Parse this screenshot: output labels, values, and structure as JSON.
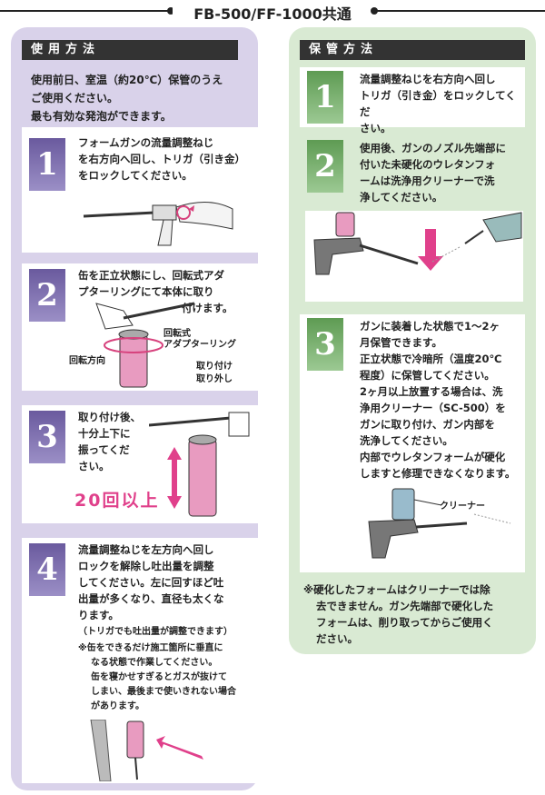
{
  "header": {
    "title": "FB-500/FF-1000共通"
  },
  "usage": {
    "heading": "使用方法",
    "intro": [
      "使用前日、室温（約20℃）保管のうえ",
      "ご使用ください。",
      "最も有効な発泡ができます。"
    ],
    "steps": [
      {
        "num": "1",
        "lines": [
          "フォームガンの流量調整ねじ",
          "を右方向へ回し、トリガ（引き金）",
          "をロックしてください。"
        ]
      },
      {
        "num": "2",
        "lines": [
          "缶を正立状態にし、回転式アダ",
          "プターリングにて本体に取り",
          "付けます。"
        ],
        "labels": {
          "ring1": "回転式",
          "ring2": "アダプターリング",
          "rotate": "回転方向",
          "attach": "取り付け",
          "detach": "取り外し"
        }
      },
      {
        "num": "3",
        "lines": [
          "取り付け後、",
          "十分上下に",
          "振ってくだ",
          "さい。"
        ],
        "shake": "20回以上"
      },
      {
        "num": "4",
        "lines": [
          "流量調整ねじを左方向へ回し",
          "ロックを解除し吐出量を調整",
          "してください。左に回すほど吐",
          "出量が多くなり、直径も太くな",
          "ります。"
        ],
        "paren": "（トリガでも吐出量が調整できます）",
        "notes": [
          "※缶をできるだけ施工箇所に垂直に",
          "なる状態で作業してください。",
          "缶を寝かせすぎるとガスが抜けて",
          "しまい、最後まで使いきれない場合",
          "があります。"
        ]
      }
    ]
  },
  "storage": {
    "heading": "保管方法",
    "steps": [
      {
        "num": "1",
        "lines": [
          "流量調整ねじを右方向へ回し",
          "トリガ（引き金）をロックしてくだ",
          "さい。"
        ]
      },
      {
        "num": "2",
        "lines": [
          "使用後、ガンのノズル先端部に",
          "付いた未硬化のウレタンフォ",
          "ームは洗浄用クリーナーで洗",
          "浄してください。"
        ]
      },
      {
        "num": "3",
        "lines": [
          "ガンに装着した状態で1〜2ヶ",
          "月保管できます。",
          "正立状態で冷暗所（温度20℃",
          "程度）に保管してください。",
          "2ヶ月以上放置する場合は、洗",
          "浄用クリーナー（SC-500）を",
          "ガンに取り付け、ガン内部を",
          "洗浄してください。",
          "内部でウレタンフォームが硬化",
          "しますと修理できなくなります。"
        ],
        "cleaner": "クリーナー"
      }
    ],
    "footnote": [
      "※硬化したフォームはクリーナーでは除",
      "去できません。ガン先端部で硬化した",
      "フォームは、削り取ってからご使用く",
      "ださい。"
    ]
  },
  "colors": {
    "left_panel": "#d9d2ea",
    "right_panel": "#d9ead3",
    "accent_pink": "#e0408b"
  }
}
